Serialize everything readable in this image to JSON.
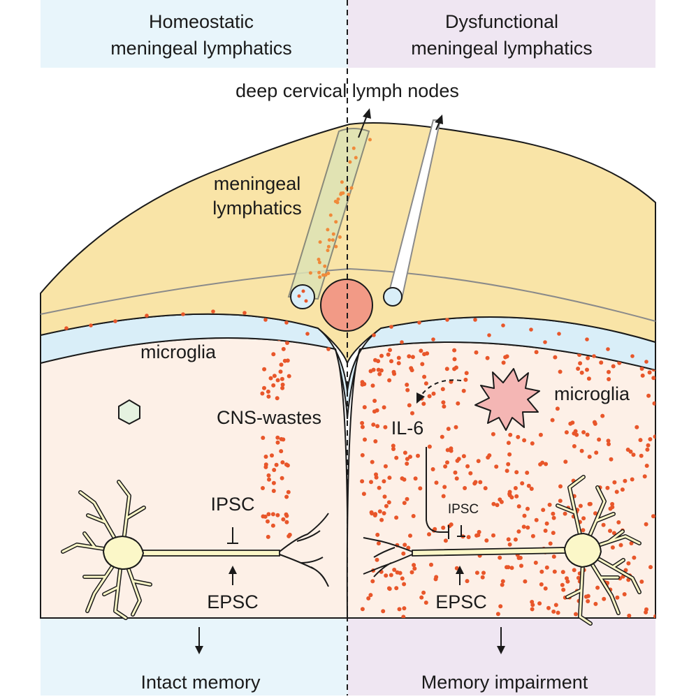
{
  "header": {
    "left_title_line1": "Homeostatic",
    "left_title_line2": "meningeal lymphatics",
    "right_title_line1": "Dysfunctional",
    "right_title_line2": "meningeal lymphatics"
  },
  "top_label": "deep cervical lymph nodes",
  "left_panel": {
    "lymph_label_line1": "meningeal",
    "lymph_label_line2": "lymphatics",
    "microglia_label": "microglia",
    "waste_label": "CNS-wastes",
    "ipsc_label": "IPSC",
    "epsc_label": "EPSC",
    "outcome": "Intact memory"
  },
  "right_panel": {
    "microglia_label": "microglia",
    "cytokine_label": "IL-6",
    "ipsc_label": "IPSC",
    "epsc_label": "EPSC",
    "outcome": "Memory impairment"
  },
  "colors": {
    "left_band": "#e8f5fb",
    "right_band": "#efe6f2",
    "dura": "#f9e4a7",
    "csf_layer": "#d9eef8",
    "brain": "#fdf0e7",
    "waste_dot": "#e8562a",
    "vessel": "#f29a86",
    "microglia_resting": "#e5f2e0",
    "microglia_reactive": "#f4b6b4",
    "neuron": "#fbf7c8"
  }
}
